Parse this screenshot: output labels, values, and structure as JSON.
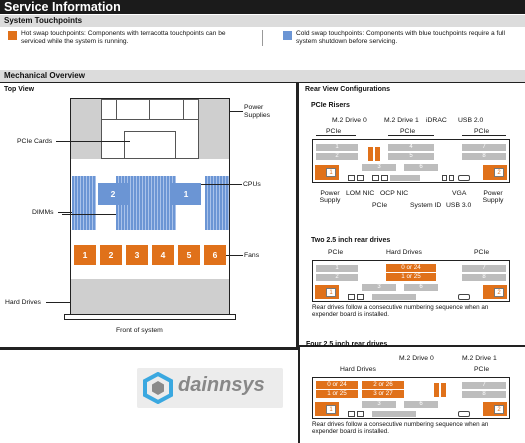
{
  "header": {
    "title": "Service Information"
  },
  "touchpoints": {
    "title": "System Touchpoints",
    "hot": {
      "text": "Hot swap touchpoints: Components with terracotta touchpoints can be serviced while the system is running.",
      "color": "#e0711a"
    },
    "cold": {
      "text": "Cold swap touchpoints: Components with blue touchpoints require a full system shutdown before servicing.",
      "color": "#6b95d4"
    }
  },
  "mechanical": {
    "title": "Mechanical Overview"
  },
  "top_view": {
    "title": "Top View",
    "labels": {
      "power_supplies": "Power Supplies",
      "pcie_cards": "PCIe Cards",
      "cpus": "CPUs",
      "dimms": "DIMMs",
      "fans": "Fans",
      "hard_drives": "Hard Drives",
      "front": "Front of system"
    },
    "cpu_numbers": [
      "2",
      "1"
    ],
    "fans": [
      "1",
      "2",
      "3",
      "4",
      "5",
      "6"
    ]
  },
  "rear_view": {
    "title": "Rear View Configurations",
    "pcie_risers": {
      "title": "PCIe Risers",
      "m2_drive_0": "M.2 Drive 0",
      "m2_drive_1": "M.2 Drive 1",
      "idrac": "iDRAC",
      "usb20": "USB 2.0",
      "pcie": "PCIe",
      "slots": {
        "left": [
          "1",
          "2"
        ],
        "mid": [
          "4",
          "5"
        ],
        "right": [
          "7",
          "8"
        ],
        "bottom": [
          "3",
          "6"
        ]
      },
      "psu_left": "1",
      "psu_right": "2",
      "power_supply": "Power Supply",
      "lom_nic": "LOM NIC",
      "ocp_nic": "OCP NIC",
      "system_id": "System ID",
      "usb30": "USB 3.0",
      "vga": "VGA"
    },
    "two_drives": {
      "title": "Two 2.5 inch rear drives",
      "pcie": "PCIe",
      "hard_drives": "Hard Drives",
      "drive_a": "0 or 24",
      "drive_b": "1 or 25",
      "slots_left": [
        "1",
        "2"
      ],
      "slots_right": [
        "7",
        "8"
      ],
      "slots_bottom": [
        "3",
        "6"
      ],
      "psu_left": "1",
      "psu_right": "2",
      "note": "Rear drives follow a consecutive numbering sequence when an expender board is installed."
    },
    "four_drives": {
      "title": "Four 2.5 inch rear drives",
      "m2_drive_0": "M.2 Drive 0",
      "m2_drive_1": "M.2 Drive 1",
      "hard_drives": "Hard Drives",
      "pcie": "PCIe",
      "drives": [
        "0 or 24",
        "2 or 26",
        "1 or 25",
        "3 or 27"
      ],
      "slots_right": [
        "7",
        "8"
      ],
      "slots_bottom": [
        "3",
        "6"
      ],
      "psu_left": "1",
      "psu_right": "2",
      "note": "Rear drives follow a consecutive numbering sequence when an expender board is installed."
    }
  },
  "watermark": {
    "text": "dainnsys"
  }
}
